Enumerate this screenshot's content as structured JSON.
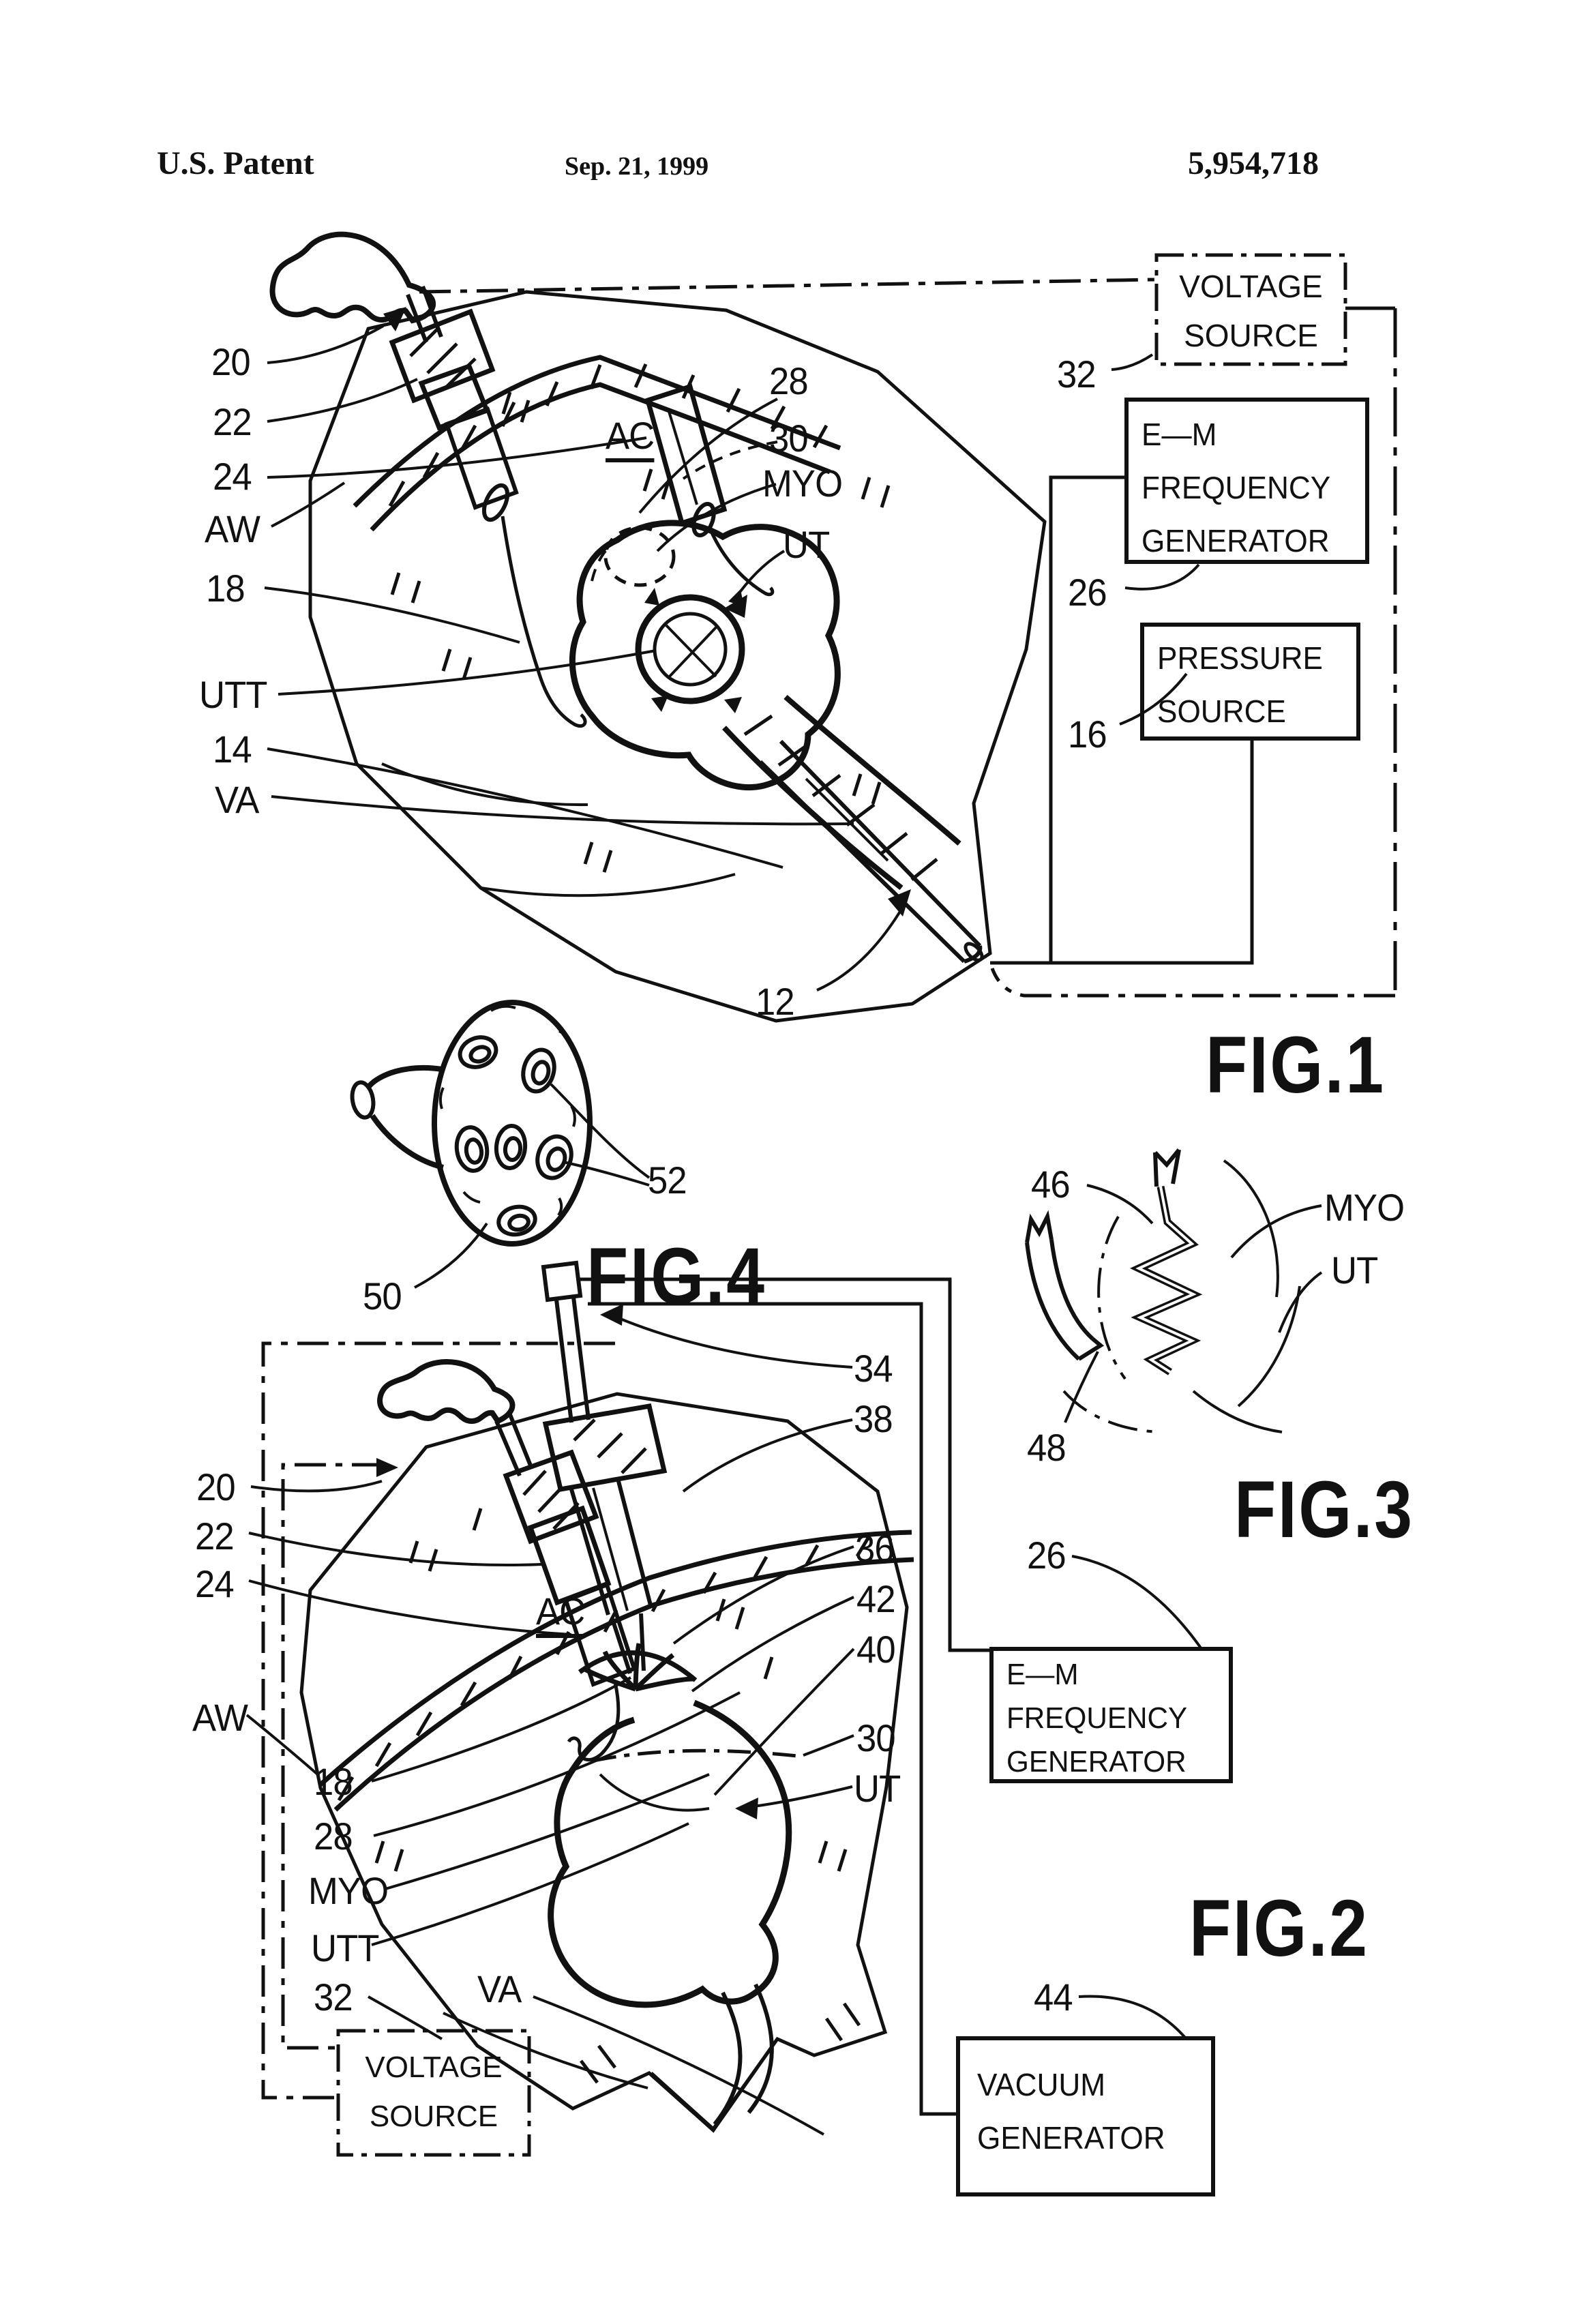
{
  "header": {
    "left": "U.S. Patent",
    "center": "Sep. 21, 1999",
    "right": "5,954,718"
  },
  "fig1": {
    "caption": "FIG.1",
    "boxes": {
      "voltage": {
        "line1": "VOLTAGE",
        "line2": "SOURCE"
      },
      "em": {
        "line1": "E—M",
        "line2": "FREQUENCY",
        "line3": "GENERATOR"
      },
      "pressure": {
        "line1": "PRESSURE",
        "line2": "SOURCE"
      }
    },
    "labels": {
      "l20": "20",
      "l22": "22",
      "l24": "24",
      "aw": "AW",
      "l18": "18",
      "utt": "UTT",
      "l14": "14",
      "va": "VA",
      "ac": "AC",
      "l28": "28",
      "l30": "30",
      "myo": "MYO",
      "ut": "UT",
      "l32": "32",
      "l26": "26",
      "l16": "16",
      "l12": "12"
    }
  },
  "fig4": {
    "caption": "FIG.4",
    "labels": {
      "l50": "50",
      "l52": "52"
    }
  },
  "fig3": {
    "caption": "FIG.3",
    "labels": {
      "l46": "46",
      "l48": "48",
      "myo": "MYO",
      "ut": "UT"
    }
  },
  "fig2": {
    "caption": "FIG.2",
    "boxes": {
      "voltage": {
        "line1": "VOLTAGE",
        "line2": "SOURCE"
      },
      "em": {
        "line1": "E—M",
        "line2": "FREQUENCY",
        "line3": "GENERATOR"
      },
      "vacuum": {
        "line1": "VACUUM",
        "line2": "GENERATOR"
      }
    },
    "labels": {
      "l20": "20",
      "l22": "22",
      "l24": "24",
      "aw": "AW",
      "l18": "18",
      "l28": "28",
      "myo": "MYO",
      "utt": "UTT",
      "l32": "32",
      "va": "VA",
      "ac": "AC",
      "l34": "34",
      "l38": "38",
      "l36": "36",
      "l42": "42",
      "l40": "40",
      "l30": "30",
      "ut": "UT",
      "l26": "26",
      "l44": "44"
    }
  }
}
